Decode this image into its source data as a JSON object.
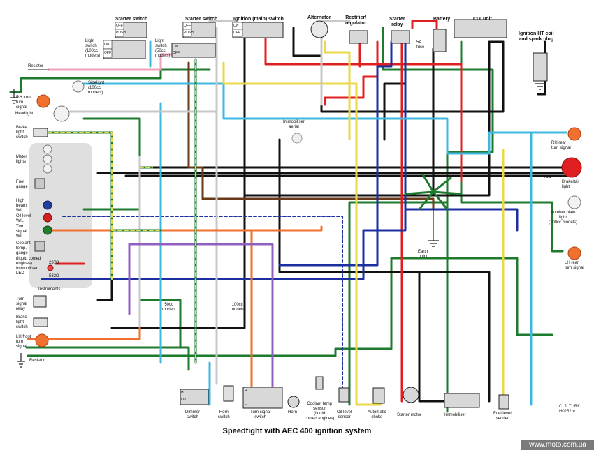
{
  "title": "Speedfight with AEC 400 ignition system",
  "credit_line1": "C. J. TURK",
  "credit_line2": "H0252re",
  "watermark_url": "www.moto.com.ua",
  "labels": {
    "starter_switch_top": "Starter switch",
    "starter_switch_2": "Starter switch",
    "ignition_switch": "Ignition (main) switch",
    "alternator": "Alternator",
    "rectifier": "Rectifier/\nregulator",
    "starter_relay": "Starter\nrelay",
    "battery": "Battery",
    "cdi_unit": "CDI unit",
    "ignition_ht": "Ignition HT coil\nand spark plug",
    "light_switch_100": "Light\nswitch\n(100cc\nmodels)",
    "light_switch_50": "Light\nswitch\n(50cc\nmodels)",
    "resistor_top": "Resistor",
    "sidelight": "Sidelight\n(100cc\nmodels)",
    "rh_front": "RH front\nturn\nsignal",
    "headlight": "Headlight",
    "brake_light_switch_top": "Brake\nlight\nswitch",
    "meter_lights": "Meter\nlights",
    "fuel_gauge": "Fuel\ngauge",
    "high_beam": "High\nbeam\nW/L",
    "oil_level_wl": "Oil level\nW/L",
    "turn_signal_wl": "Turn\nsignal\nW/L",
    "coolant_gauge": "Coolant\ntemp.\ngauge",
    "liquid_cooled": "(liquid cooled\nengines)",
    "immobiliser_led": "Immobiliser\nLED",
    "instruments": "Instruments",
    "turn_signal_relay": "Turn\nsignal\nrelay",
    "brake_light_switch_bot": "Brake\nlight\nswitch",
    "lh_front": "LH front\nturn\nsignal",
    "resistor_bot": "Resistor",
    "immobiliser_aerial": "Immobiliser\naerial",
    "rh_rear": "RH rear\nturn signal",
    "brake_tail": "Brake/tail\nlight",
    "number_plate": "Number plate\nlight\n(100cc models)",
    "lh_rear": "LH rear\nturn signal",
    "earth_point": "Earth\npoint",
    "models_50": "50cc\nmodels",
    "models_100": "100cc\nmodels",
    "dimmer_switch": "Dimmer\nswitch",
    "horn_switch": "Horn\nswitch",
    "turn_signal_switch": "Turn signal\nswitch",
    "horn": "Horn",
    "coolant_sensor": "Coolant temp\nsensor\n(liquid\ncooled engines)",
    "oil_level_sensor": "Oil level\nsensor",
    "automatic_choke": "Automatic\nchoke",
    "starter_motor": "Starter motor",
    "immobiliser": "Immobiliser",
    "fuel_level_sender": "Fuel level\nsender",
    "fuse": "5A\nfuse",
    "ohm_75": "75Ω",
    "ohm_237": "237Ω",
    "ohm_582": "582Ω"
  },
  "switch_positions": {
    "off": "OFF",
    "on": "ON",
    "push": "PUSH",
    "hi": "HI",
    "lo": "LO",
    "r": "R",
    "l": "L"
  },
  "colors": {
    "green": "#1e7a2c",
    "black": "#111111",
    "red": "#e02020",
    "blue": "#1c2fa0",
    "lightblue": "#3fb8e0",
    "yellow": "#e8d84a",
    "brown": "#6a3a1a",
    "white_wire": "#c8c8c8",
    "orange": "#f07030",
    "purple": "#9060c0",
    "pink": "#f0a0b8",
    "grey": "#888888"
  }
}
